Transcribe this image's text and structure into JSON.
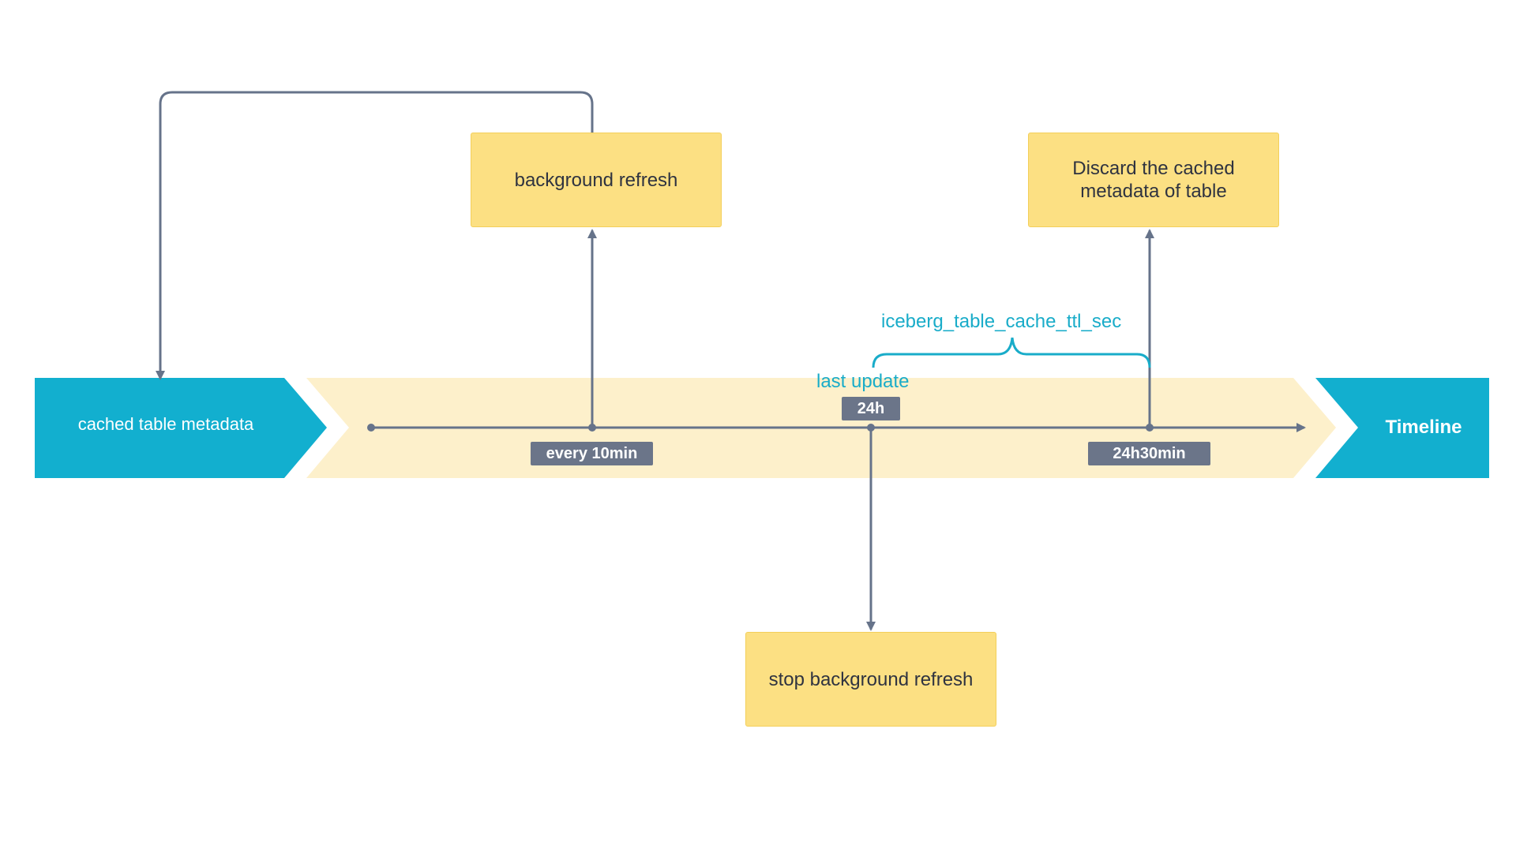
{
  "diagram": {
    "left_chevron_label": "cached table metadata",
    "right_chevron_label": "Timeline",
    "box_background_refresh": "background refresh",
    "box_discard_line1": "Discard the cached",
    "box_discard_line2": "metadata of table",
    "box_stop_refresh": "stop background refresh",
    "tag_every_10min": "every 10min",
    "tag_24h": "24h",
    "tag_24h30min": "24h30min",
    "label_last_update": "last update",
    "label_ttl": "iceberg_table_cache_ttl_sec"
  },
  "colors": {
    "chevron": "#12afcf",
    "band": "#fdf0cb",
    "box": "#fce083",
    "line": "#66738a",
    "tag": "#6b7589",
    "accent_text": "#19acc9"
  }
}
